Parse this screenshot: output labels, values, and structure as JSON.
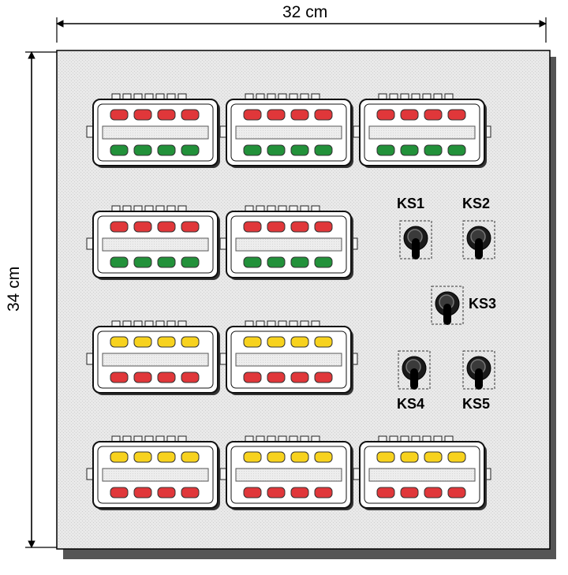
{
  "dimensions": {
    "width_label": "32 cm",
    "height_label": "34 cm"
  },
  "colors": {
    "red": "#e0373a",
    "green": "#22913a",
    "yellow": "#f7d21e",
    "panel": "#e5e5e5"
  },
  "modules": [
    {
      "row": 1,
      "col": 1,
      "top_color": "red",
      "bottom_color": "green"
    },
    {
      "row": 1,
      "col": 2,
      "top_color": "red",
      "bottom_color": "green"
    },
    {
      "row": 1,
      "col": 3,
      "top_color": "red",
      "bottom_color": "green"
    },
    {
      "row": 2,
      "col": 1,
      "top_color": "red",
      "bottom_color": "green"
    },
    {
      "row": 2,
      "col": 2,
      "top_color": "red",
      "bottom_color": "green"
    },
    {
      "row": 3,
      "col": 1,
      "top_color": "yellow",
      "bottom_color": "red"
    },
    {
      "row": 3,
      "col": 2,
      "top_color": "yellow",
      "bottom_color": "red"
    },
    {
      "row": 4,
      "col": 1,
      "top_color": "yellow",
      "bottom_color": "red"
    },
    {
      "row": 4,
      "col": 2,
      "top_color": "yellow",
      "bottom_color": "red"
    },
    {
      "row": 4,
      "col": 3,
      "top_color": "yellow",
      "bottom_color": "red"
    }
  ],
  "switches": [
    {
      "label": "KS1"
    },
    {
      "label": "KS2"
    },
    {
      "label": "KS3"
    },
    {
      "label": "KS4"
    },
    {
      "label": "KS5"
    }
  ]
}
